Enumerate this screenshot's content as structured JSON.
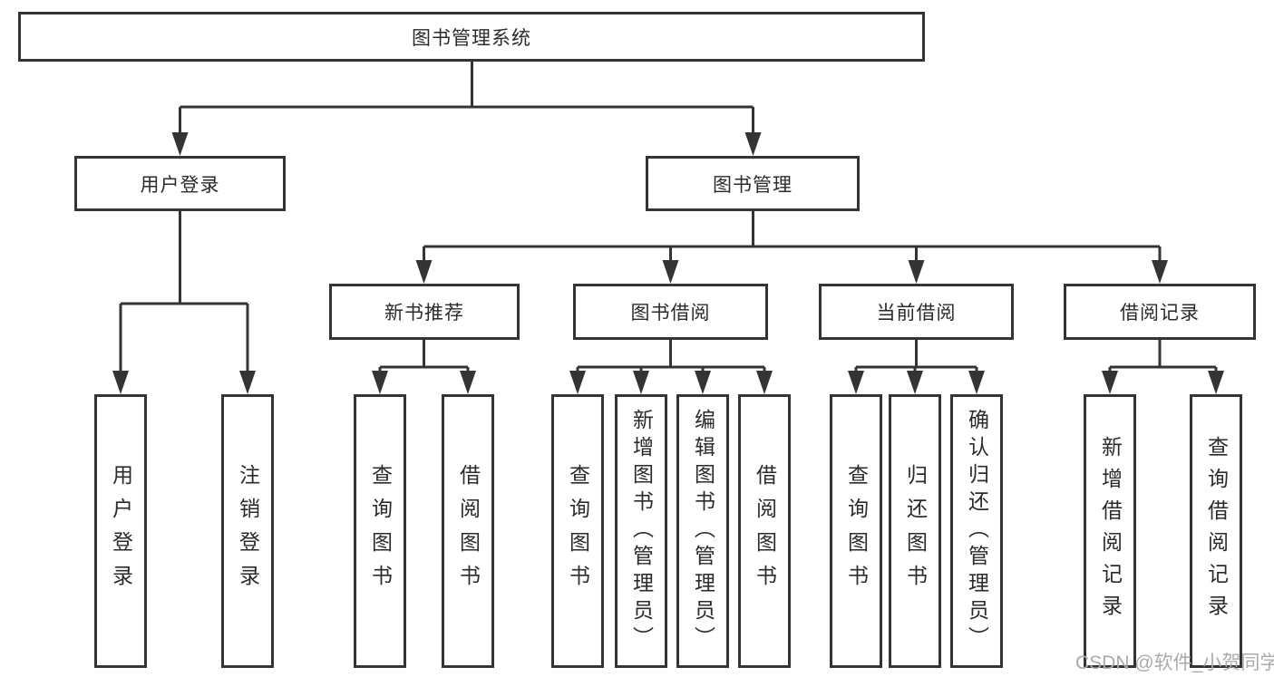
{
  "diagram": {
    "watermark": "CSDN @软件_小贺同学",
    "colors": {
      "line": "#343434",
      "text": "#2b2b2b",
      "box_fill": "#ffffff",
      "background": "#ffffff",
      "watermark": "#ababab"
    },
    "tree": {
      "label": "图书管理系统",
      "children": [
        {
          "label": "用户登录",
          "children": [
            {
              "label": "用户登录"
            },
            {
              "label": "注销登录"
            }
          ]
        },
        {
          "label": "图书管理",
          "children": [
            {
              "label": "新书推荐",
              "children": [
                {
                  "label": "查询图书"
                },
                {
                  "label": "借阅图书"
                }
              ]
            },
            {
              "label": "图书借阅",
              "children": [
                {
                  "label": "查询图书"
                },
                {
                  "label": "新增图书（管理员）"
                },
                {
                  "label": "编辑图书（管理员）"
                },
                {
                  "label": "借阅图书"
                }
              ]
            },
            {
              "label": "当前借阅",
              "children": [
                {
                  "label": "查询图书"
                },
                {
                  "label": "归还图书"
                },
                {
                  "label": "确认归还（管理员）"
                }
              ]
            },
            {
              "label": "借阅记录",
              "children": [
                {
                  "label": "新增借阅记录"
                },
                {
                  "label": "查询借阅记录"
                }
              ]
            }
          ]
        }
      ]
    }
  }
}
